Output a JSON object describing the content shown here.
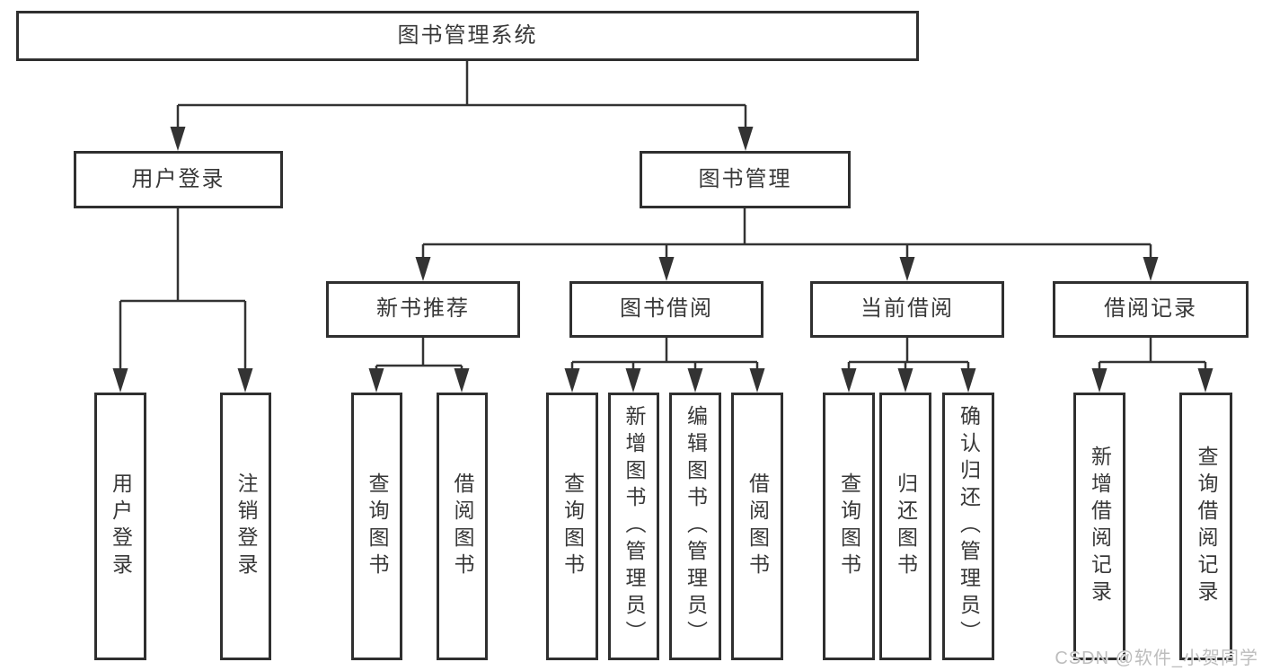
{
  "diagram": {
    "type": "tree",
    "title": "图书管理系统",
    "nodes": {
      "root": "图书管理系统",
      "user_login": "用户登录",
      "book_mgmt": "图书管理",
      "new_book_rec": "新书推荐",
      "book_borrow": "图书借阅",
      "current_borrow": "当前借阅",
      "borrow_records": "借阅记录",
      "login_leaf": "用户登录",
      "logout_leaf": "注销登录",
      "rec_query_books": "查询图书",
      "rec_borrow_books": "借阅图书",
      "bb_query_books": "查询图书",
      "bb_add_books": "新增图书（管理员）",
      "bb_edit_books": "编辑图书（管理员）",
      "bb_borrow_books": "借阅图书",
      "cb_query_books": "查询图书",
      "cb_return_books": "归还图书",
      "cb_confirm_return": "确认归还（管理员）",
      "br_add_record": "新增借阅记录",
      "br_query_record": "查询借阅记录"
    },
    "edges": [
      [
        "root",
        "user_login"
      ],
      [
        "root",
        "book_mgmt"
      ],
      [
        "user_login",
        "login_leaf"
      ],
      [
        "user_login",
        "logout_leaf"
      ],
      [
        "book_mgmt",
        "new_book_rec"
      ],
      [
        "book_mgmt",
        "book_borrow"
      ],
      [
        "book_mgmt",
        "current_borrow"
      ],
      [
        "book_mgmt",
        "borrow_records"
      ],
      [
        "new_book_rec",
        "rec_query_books"
      ],
      [
        "new_book_rec",
        "rec_borrow_books"
      ],
      [
        "book_borrow",
        "bb_query_books"
      ],
      [
        "book_borrow",
        "bb_add_books"
      ],
      [
        "book_borrow",
        "bb_edit_books"
      ],
      [
        "book_borrow",
        "bb_borrow_books"
      ],
      [
        "current_borrow",
        "cb_query_books"
      ],
      [
        "current_borrow",
        "cb_return_books"
      ],
      [
        "current_borrow",
        "cb_confirm_return"
      ],
      [
        "borrow_records",
        "br_add_record"
      ],
      [
        "borrow_records",
        "br_query_record"
      ]
    ],
    "watermark": "CSDN @软件_小贺同学"
  },
  "colors": {
    "line": "#333333",
    "box_border": "#2f2f2f",
    "text": "#383838",
    "background": "#ffffff",
    "watermark": "#bdbdbd"
  }
}
